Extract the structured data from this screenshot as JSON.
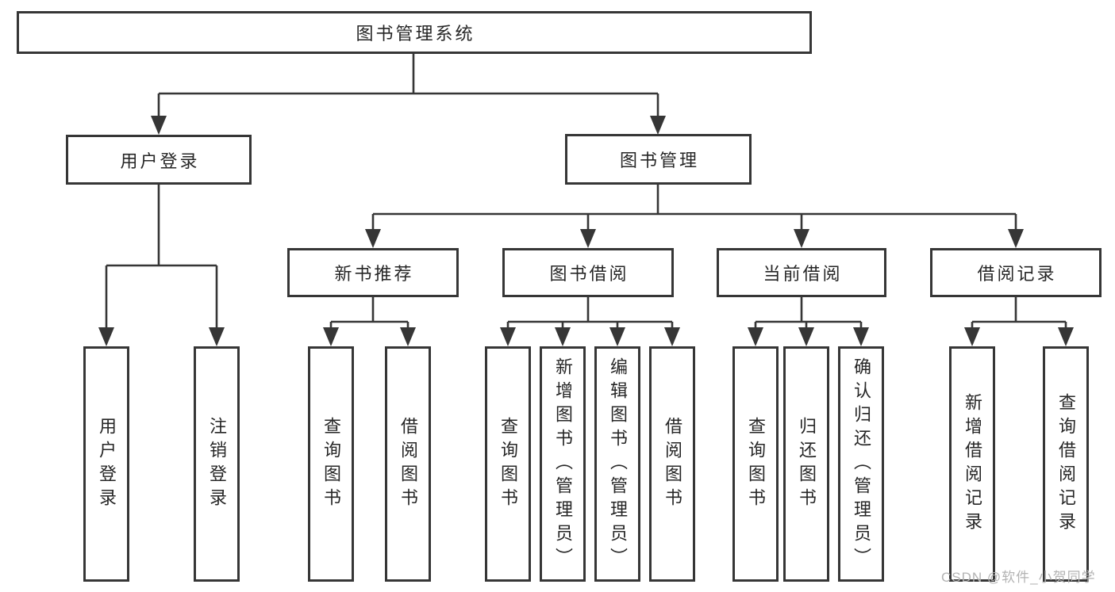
{
  "tree": {
    "label": "图书管理系统",
    "children": [
      {
        "label": "用户登录",
        "children": [
          {
            "label": "用户登录"
          },
          {
            "label": "注销登录"
          }
        ]
      },
      {
        "label": "图书管理",
        "children": [
          {
            "label": "新书推荐",
            "children": [
              {
                "label": "查询图书"
              },
              {
                "label": "借阅图书"
              }
            ]
          },
          {
            "label": "图书借阅",
            "children": [
              {
                "label": "查询图书"
              },
              {
                "label": "新增图书（管理员）"
              },
              {
                "label": "编辑图书（管理员）"
              },
              {
                "label": "借阅图书"
              }
            ]
          },
          {
            "label": "当前借阅",
            "children": [
              {
                "label": "查询图书"
              },
              {
                "label": "归还图书"
              },
              {
                "label": "确认归还（管理员）"
              }
            ]
          },
          {
            "label": "借阅记录",
            "children": [
              {
                "label": "新增借阅记录"
              },
              {
                "label": "查询借阅记录"
              }
            ]
          }
        ]
      }
    ]
  },
  "watermark": {
    "text": "CSDN @软件_小贺同学"
  },
  "colors": {
    "line": "#363636",
    "box_border": "#363636",
    "text": "#262626",
    "watermark": "#b3b3b3",
    "background": "#ffffff"
  }
}
